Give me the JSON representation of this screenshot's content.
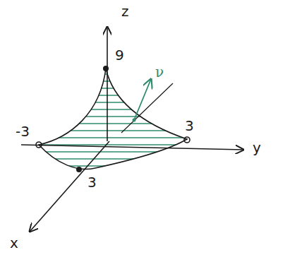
{
  "diagram": {
    "labels": [
      "z",
      "9",
      "ν",
      "-3",
      "3",
      "y",
      "3",
      "x"
    ]
  }
}
